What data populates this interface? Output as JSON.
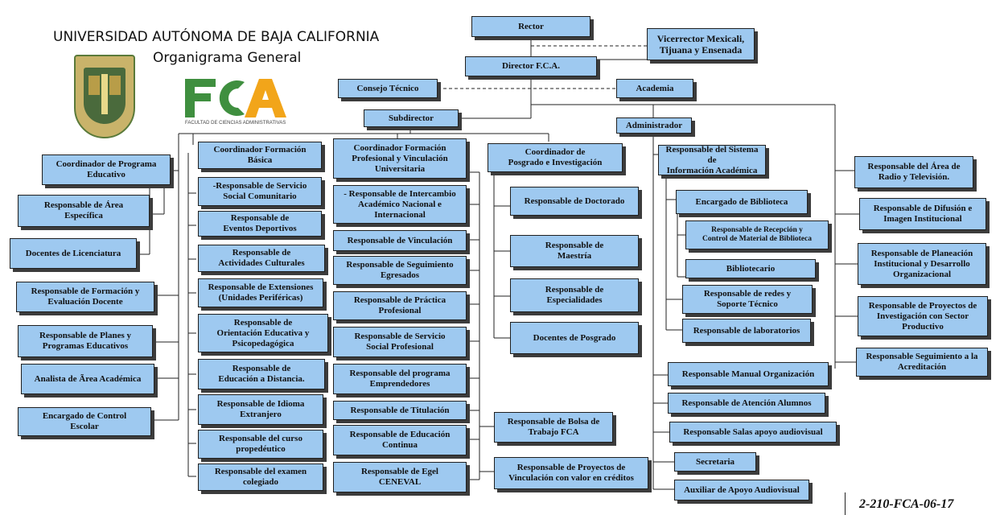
{
  "header": {
    "university": "UNIVERSIDAD AUTÓNOMA DE BAJA CALIFORNIA",
    "subtitle": "Organigrama General",
    "fca_letters": "FCA",
    "fca_caption": "FACULTAD DE CIENCIAS ADMINISTRATIVAS"
  },
  "top": {
    "rector": "Rector",
    "vicerrector": "Vicerrector Mexicali,\nTijuana y Ensenada",
    "director": "Director F.C.A.",
    "consejo": "Consejo Técnico",
    "academia": "Academia",
    "subdirector": "Subdirector",
    "administrador": "Administrador"
  },
  "left_column": [
    "Coordinador de Programa\nEducativo",
    "Responsable de Área\nEspecífica",
    "Docentes de Licenciatura",
    "Responsable de Formación  y\nEvaluación Docente",
    "Responsable de Planes y\nProgramas Educativos",
    "Analista de Ãrea Académica",
    "Encargado de Control\nEscolar"
  ],
  "formacion_basica": {
    "head": "Coordinador Formación\nBásica",
    "items": [
      "-Responsable de Servicio\nSocial Comunitario",
      "Responsable de\nEventos Deportivos",
      "Responsable de\nActividades Culturales",
      "Responsable de Extensiones\n(Unidades Periféricas)",
      "Responsable de\nOrientación Educativa y\nPsicopedagógica",
      "Responsable de\nEducación a Distancia.",
      "Responsable de Idioma\nExtranjero",
      "Responsable del curso\npropedéutico",
      "Responsable del examen\ncolegiado"
    ]
  },
  "formacion_profesional": {
    "head": "Coordinador Formación\nProfesional y Vinculación\nUniversitaria",
    "items": [
      "- Responsable de Intercambio\nAcadémico Nacional e\nInternacional",
      "Responsable de Vinculación",
      "Responsable de Seguimiento\nEgresados",
      "Responsable de Práctica\nProfesional",
      "Responsable de Servicio\nSocial Profesional",
      "Responsable del  programa\nEmprendedores",
      "Responsable de Titulación",
      "Responsable de Educación\nContinua",
      "Responsable de Egel\nCENEVAL"
    ],
    "side_items": [
      "Responsable de Bolsa de\nTrabajo FCA",
      "Responsable de Proyectos de\nVinculación con valor en créditos"
    ]
  },
  "posgrado": {
    "head": "Coordinador de\nPosgrado e Investigación",
    "items": [
      "Responsable de Doctorado",
      "Responsable de\nMaestría",
      "Responsable de\nEspecialidades",
      "Docentes de Posgrado"
    ]
  },
  "sistema_informacion": {
    "head": "Responsable del Sistema de\nInformación Académica",
    "items": [
      "Encargado  de Biblioteca",
      "Responsable de Recepción y\nControl de Material de Biblioteca",
      "Bibliotecario",
      "Responsable de redes y\nSoporte Técnico",
      "Responsable de laboratorios"
    ]
  },
  "administracion": {
    "items": [
      "Responsable  Manual Organización",
      "Responsable de Atención  Alumnos",
      "Responsable Salas apoyo audiovisual",
      "Secretaria",
      "Auxiliar de Apoyo Audiovisual"
    ]
  },
  "right_column": [
    "Responsable del  Área de\nRadio y Televisión.",
    "Responsable de Difusión e\nImagen Institucional",
    "Responsable de Planeación\nInstitucional y Desarrollo\nOrganizacional",
    "Responsable de Proyectos de\nInvestigación con Sector\nProductivo",
    "Responsable Seguimiento a la\nAcreditación"
  ],
  "footer": {
    "doc_code": "2-210-FCA-06-17"
  },
  "colors": {
    "box_fill": "#9ec9f0",
    "shadow": "#3c3c3c",
    "fca_green": "#3f8f3f",
    "fca_orange": "#f2a51a"
  }
}
